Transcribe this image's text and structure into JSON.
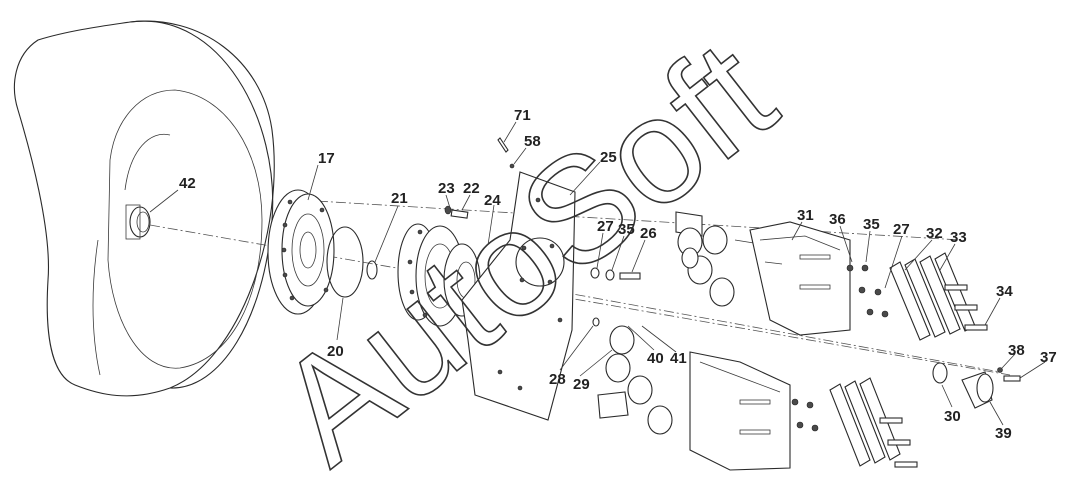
{
  "watermark": "AutoSoft",
  "part_labels": [
    "17",
    "42",
    "20",
    "21",
    "23",
    "22",
    "24",
    "71",
    "58",
    "25",
    "27",
    "35",
    "26",
    "31",
    "36",
    "35",
    "27",
    "32",
    "33",
    "34",
    "28",
    "29",
    "40",
    "41",
    "38",
    "37",
    "30",
    "39"
  ],
  "colors": {
    "line": "#2a2a2a",
    "background": "#ffffff"
  }
}
